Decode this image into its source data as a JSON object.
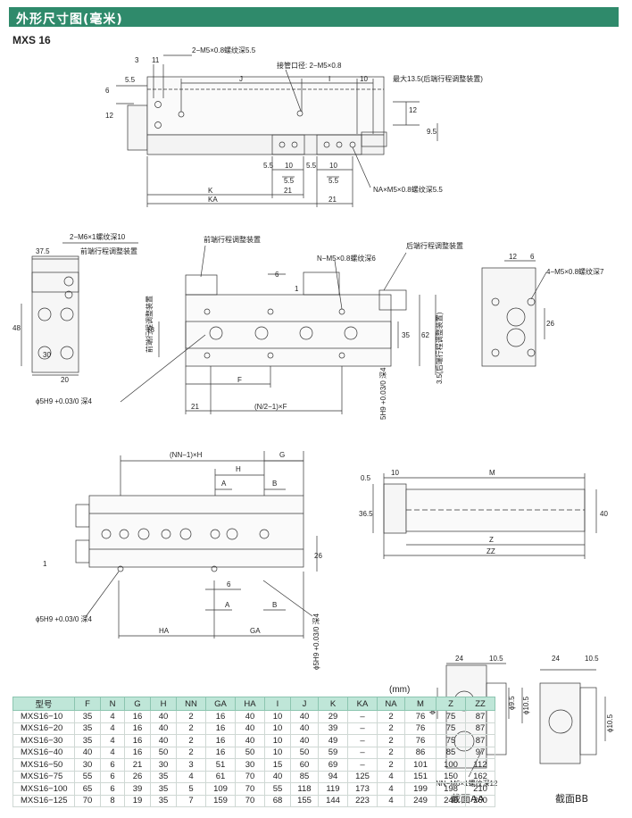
{
  "header": {
    "title": "外形尺寸图(毫米)"
  },
  "model": "MXS 16",
  "top_view": {
    "labels": [
      "2−M5×0.8螺纹深5.5",
      "接管口径: 2−M5×0.8",
      "最大13.5(后端行程调整装置)",
      "NA×M5×0.8螺纹深5.5"
    ],
    "dims": [
      "3",
      "11",
      "5.5",
      "J",
      "I",
      "10",
      "6",
      "12",
      "12",
      "9.5",
      "5.5",
      "10",
      "5.5",
      "10",
      "5.5",
      "5.5",
      "K",
      "21",
      "KA",
      "21"
    ]
  },
  "mid_view": {
    "labels": [
      "2−M6×1螺纹深10",
      "前端行程调整装置",
      "前端行程调整装置",
      "N−M5×0.8螺纹深6",
      "后端行程调整装置",
      "4−M5×0.8螺纹深7",
      "前端行程调整装置",
      "3.5(后端行程调整装置)",
      "ϕ5H9 +0.03/0 深4",
      "5H9 +0.03/0 深4"
    ],
    "dims": [
      "37.5",
      "48",
      "30",
      "20",
      "6",
      "1",
      "18",
      "35",
      "62",
      "F",
      "21",
      "(N/2−1)×F",
      "12",
      "6",
      "26"
    ]
  },
  "bottom_view": {
    "dims": [
      "(NN−1)×H",
      "G",
      "H",
      "A",
      "B",
      "1",
      "26",
      "6",
      "A",
      "B",
      "HA",
      "GA",
      "10",
      "M",
      "0.5",
      "36.5",
      "40",
      "Z",
      "ZZ"
    ],
    "labels": [
      "ϕ5H9 +0.03/0 深4",
      "ϕ5H9 +0.03/0 深4"
    ]
  },
  "sections": {
    "aa": {
      "title": "截面AA",
      "dims": [
        "24",
        "10.5",
        "ϕ5.1",
        "ϕ9.5",
        "ϕ10.5"
      ],
      "note": "NN−M6×1螺纹深12"
    },
    "bb": {
      "title": "截面BB",
      "dims": [
        "24",
        "10.5",
        "ϕ10.5"
      ]
    }
  },
  "table": {
    "unit": "(mm)",
    "headers": [
      "型号",
      "F",
      "N",
      "G",
      "H",
      "NN",
      "GA",
      "HA",
      "I",
      "J",
      "K",
      "KA",
      "NA",
      "M",
      "Z",
      "ZZ"
    ],
    "rows": [
      [
        "MXS16−10",
        "35",
        "4",
        "16",
        "40",
        "2",
        "16",
        "40",
        "10",
        "40",
        "29",
        "–",
        "2",
        "76",
        "75",
        "87"
      ],
      [
        "MXS16−20",
        "35",
        "4",
        "16",
        "40",
        "2",
        "16",
        "40",
        "10",
        "40",
        "39",
        "–",
        "2",
        "76",
        "75",
        "87"
      ],
      [
        "MXS16−30",
        "35",
        "4",
        "16",
        "40",
        "2",
        "16",
        "40",
        "10",
        "40",
        "49",
        "–",
        "2",
        "76",
        "75",
        "87"
      ],
      [
        "MXS16−40",
        "40",
        "4",
        "16",
        "50",
        "2",
        "16",
        "50",
        "10",
        "50",
        "59",
        "–",
        "2",
        "86",
        "85",
        "97"
      ],
      [
        "MXS16−50",
        "30",
        "6",
        "21",
        "30",
        "3",
        "51",
        "30",
        "15",
        "60",
        "69",
        "–",
        "2",
        "101",
        "100",
        "112"
      ],
      [
        "MXS16−75",
        "55",
        "6",
        "26",
        "35",
        "4",
        "61",
        "70",
        "40",
        "85",
        "94",
        "125",
        "4",
        "151",
        "150",
        "162"
      ],
      [
        "MXS16−100",
        "65",
        "6",
        "39",
        "35",
        "5",
        "109",
        "70",
        "55",
        "118",
        "119",
        "173",
        "4",
        "199",
        "198",
        "210"
      ],
      [
        "MXS16−125",
        "70",
        "8",
        "19",
        "35",
        "7",
        "159",
        "70",
        "68",
        "155",
        "144",
        "223",
        "4",
        "249",
        "248",
        "260"
      ]
    ]
  },
  "colors": {
    "header": "#2f8a6b",
    "table_head": "#bfe6d8"
  }
}
